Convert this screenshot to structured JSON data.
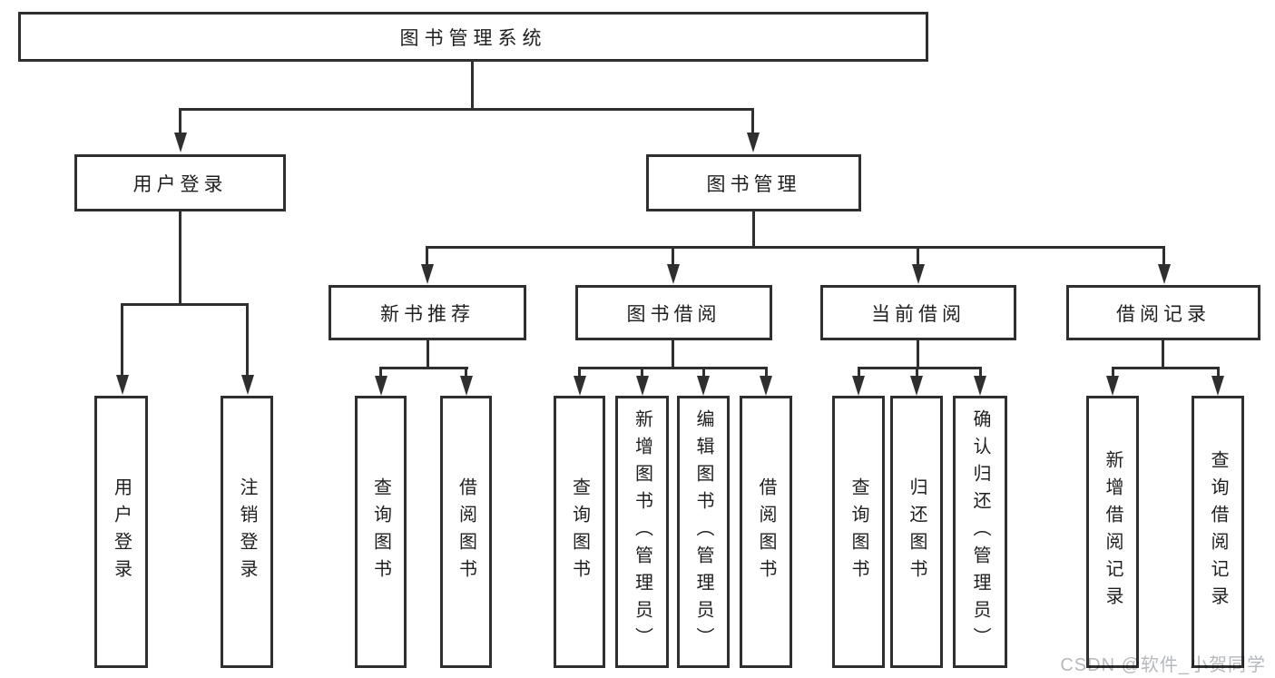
{
  "diagram_title": "图书管理系统",
  "tree": {
    "root": {
      "label": "图书管理系统"
    },
    "branches": [
      {
        "label": "用户登录",
        "children": [
          {
            "label": "用户登录"
          },
          {
            "label": "注销登录"
          }
        ]
      },
      {
        "label": "图书管理",
        "children": [
          {
            "label": "新书推荐",
            "children": [
              {
                "label": "查询图书"
              },
              {
                "label": "借阅图书"
              }
            ]
          },
          {
            "label": "图书借阅",
            "children": [
              {
                "label": "查询图书"
              },
              {
                "label": "新增图书（管理员）"
              },
              {
                "label": "编辑图书（管理员）"
              },
              {
                "label": "借阅图书"
              }
            ]
          },
          {
            "label": "当前借阅",
            "children": [
              {
                "label": "查询图书"
              },
              {
                "label": "归还图书"
              },
              {
                "label": "确认归还（管理员）"
              }
            ]
          },
          {
            "label": "借阅记录",
            "children": [
              {
                "label": "新增借阅记录"
              },
              {
                "label": "查询借阅记录"
              }
            ]
          }
        ]
      }
    ]
  },
  "watermark": "CSDN @软件_小贺同学",
  "colors": {
    "line": "#2f2f2f",
    "text": "#1f1f1f",
    "box_background": "#ffffff",
    "background": "#ffffff",
    "watermark": "#b5b9bd"
  }
}
